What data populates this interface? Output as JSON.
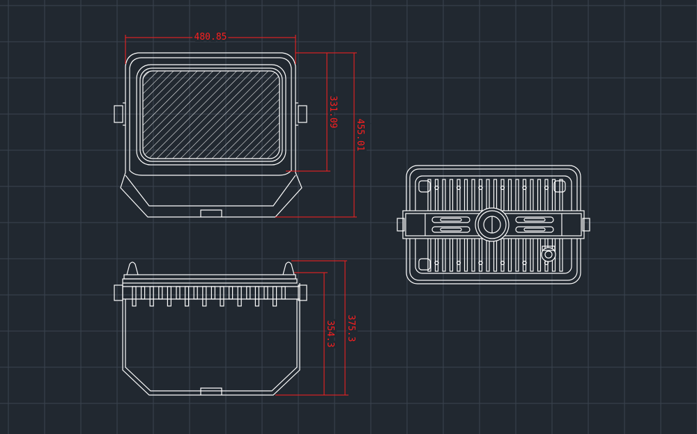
{
  "drawing": {
    "background": "#212830",
    "grid_color": "#3a4450",
    "line_color": "#ffffff",
    "dimension_color": "#ff1f1f"
  },
  "views": {
    "front": {
      "name": "front-view"
    },
    "side": {
      "name": "side-view"
    },
    "back": {
      "name": "back-view"
    }
  },
  "dimensions": {
    "front_width": "480.85",
    "front_window_height": "331.09",
    "front_total_height": "455.01",
    "side_body_height": "354.3",
    "side_total_height": "375.3"
  }
}
